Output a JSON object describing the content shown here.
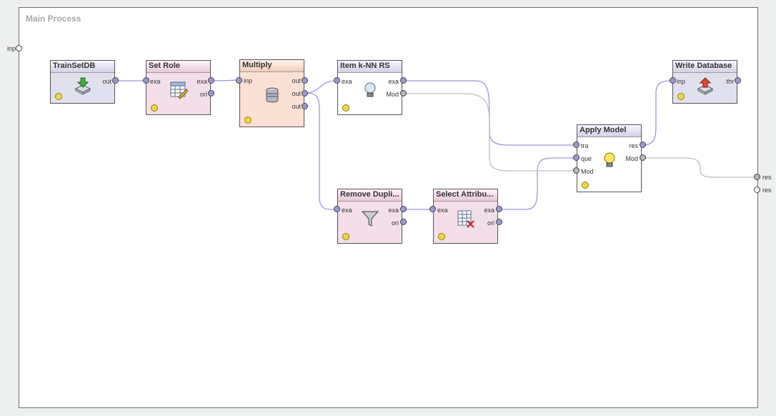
{
  "process": {
    "title": "Main Process"
  },
  "left_ports": [
    {
      "label": "inp"
    }
  ],
  "right_ports": [
    {
      "label": "res"
    },
    {
      "label": "res"
    }
  ],
  "operators": {
    "trainsetdb": {
      "title": "TrainSetDB",
      "ports": {
        "out": "out"
      }
    },
    "setrole": {
      "title": "Set Role",
      "ports": {
        "exa_in": "exa",
        "exa_out": "exa",
        "ori": "ori"
      }
    },
    "multiply": {
      "title": "Multiply",
      "ports": {
        "inp": "inp",
        "out1": "out",
        "out2": "out",
        "out3": "out"
      }
    },
    "knn": {
      "title": "Item k-NN RS",
      "ports": {
        "exa_in": "exa",
        "exa_out": "exa",
        "mod": "Mod"
      }
    },
    "removedup": {
      "title": "Remove Dupli...",
      "ports": {
        "exa_in": "exa",
        "exa_out": "exa",
        "ori": "ori"
      }
    },
    "selectattr": {
      "title": "Select Attribu...",
      "ports": {
        "exa_in": "exa",
        "exa_out": "exa",
        "ori": "ori"
      }
    },
    "applymodel": {
      "title": "Apply Model",
      "ports": {
        "tra": "tra",
        "que": "que",
        "mod": "Mod",
        "res": "res",
        "mod_out": "Mod"
      }
    },
    "writedb": {
      "title": "Write Database",
      "ports": {
        "inp": "inp",
        "thr": "thr"
      }
    }
  },
  "colors": {
    "example_wire": "#9b96dc",
    "model_wire": "#bdbdbd",
    "status_lamp": "#f0d840"
  }
}
